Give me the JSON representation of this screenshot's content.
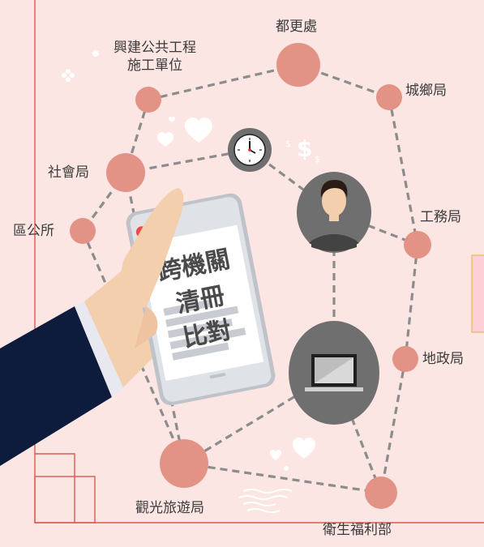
{
  "colors": {
    "background": "#fbe6e4",
    "node": "#e39386",
    "edge": "#8c8c8c",
    "frame": "#d85a4e",
    "hub": "#6f6f6f",
    "sleeve": "#0d1b3d",
    "skin": "#f3cfae",
    "text": "#3b3b3b"
  },
  "nodes": {
    "duhuichu": "都更處",
    "xingjian_line1": "興建公共工程",
    "xingjian_line2": "施工單位",
    "chengxiang": "城鄉局",
    "shehui": "社會局",
    "gongwu": "工務局",
    "qugongsuo": "區公所",
    "dizheng": "地政局",
    "guanguang": "觀光旅遊局",
    "weisheng": "衛生福利部"
  },
  "card": {
    "line1": "跨機關",
    "line2": "清冊",
    "line3": "比對"
  },
  "icons": [
    "clock-icon",
    "person-avatar-icon",
    "laptop-icon",
    "hand-holding-phone-icon",
    "dollar-sign-icon",
    "heart-icon"
  ]
}
